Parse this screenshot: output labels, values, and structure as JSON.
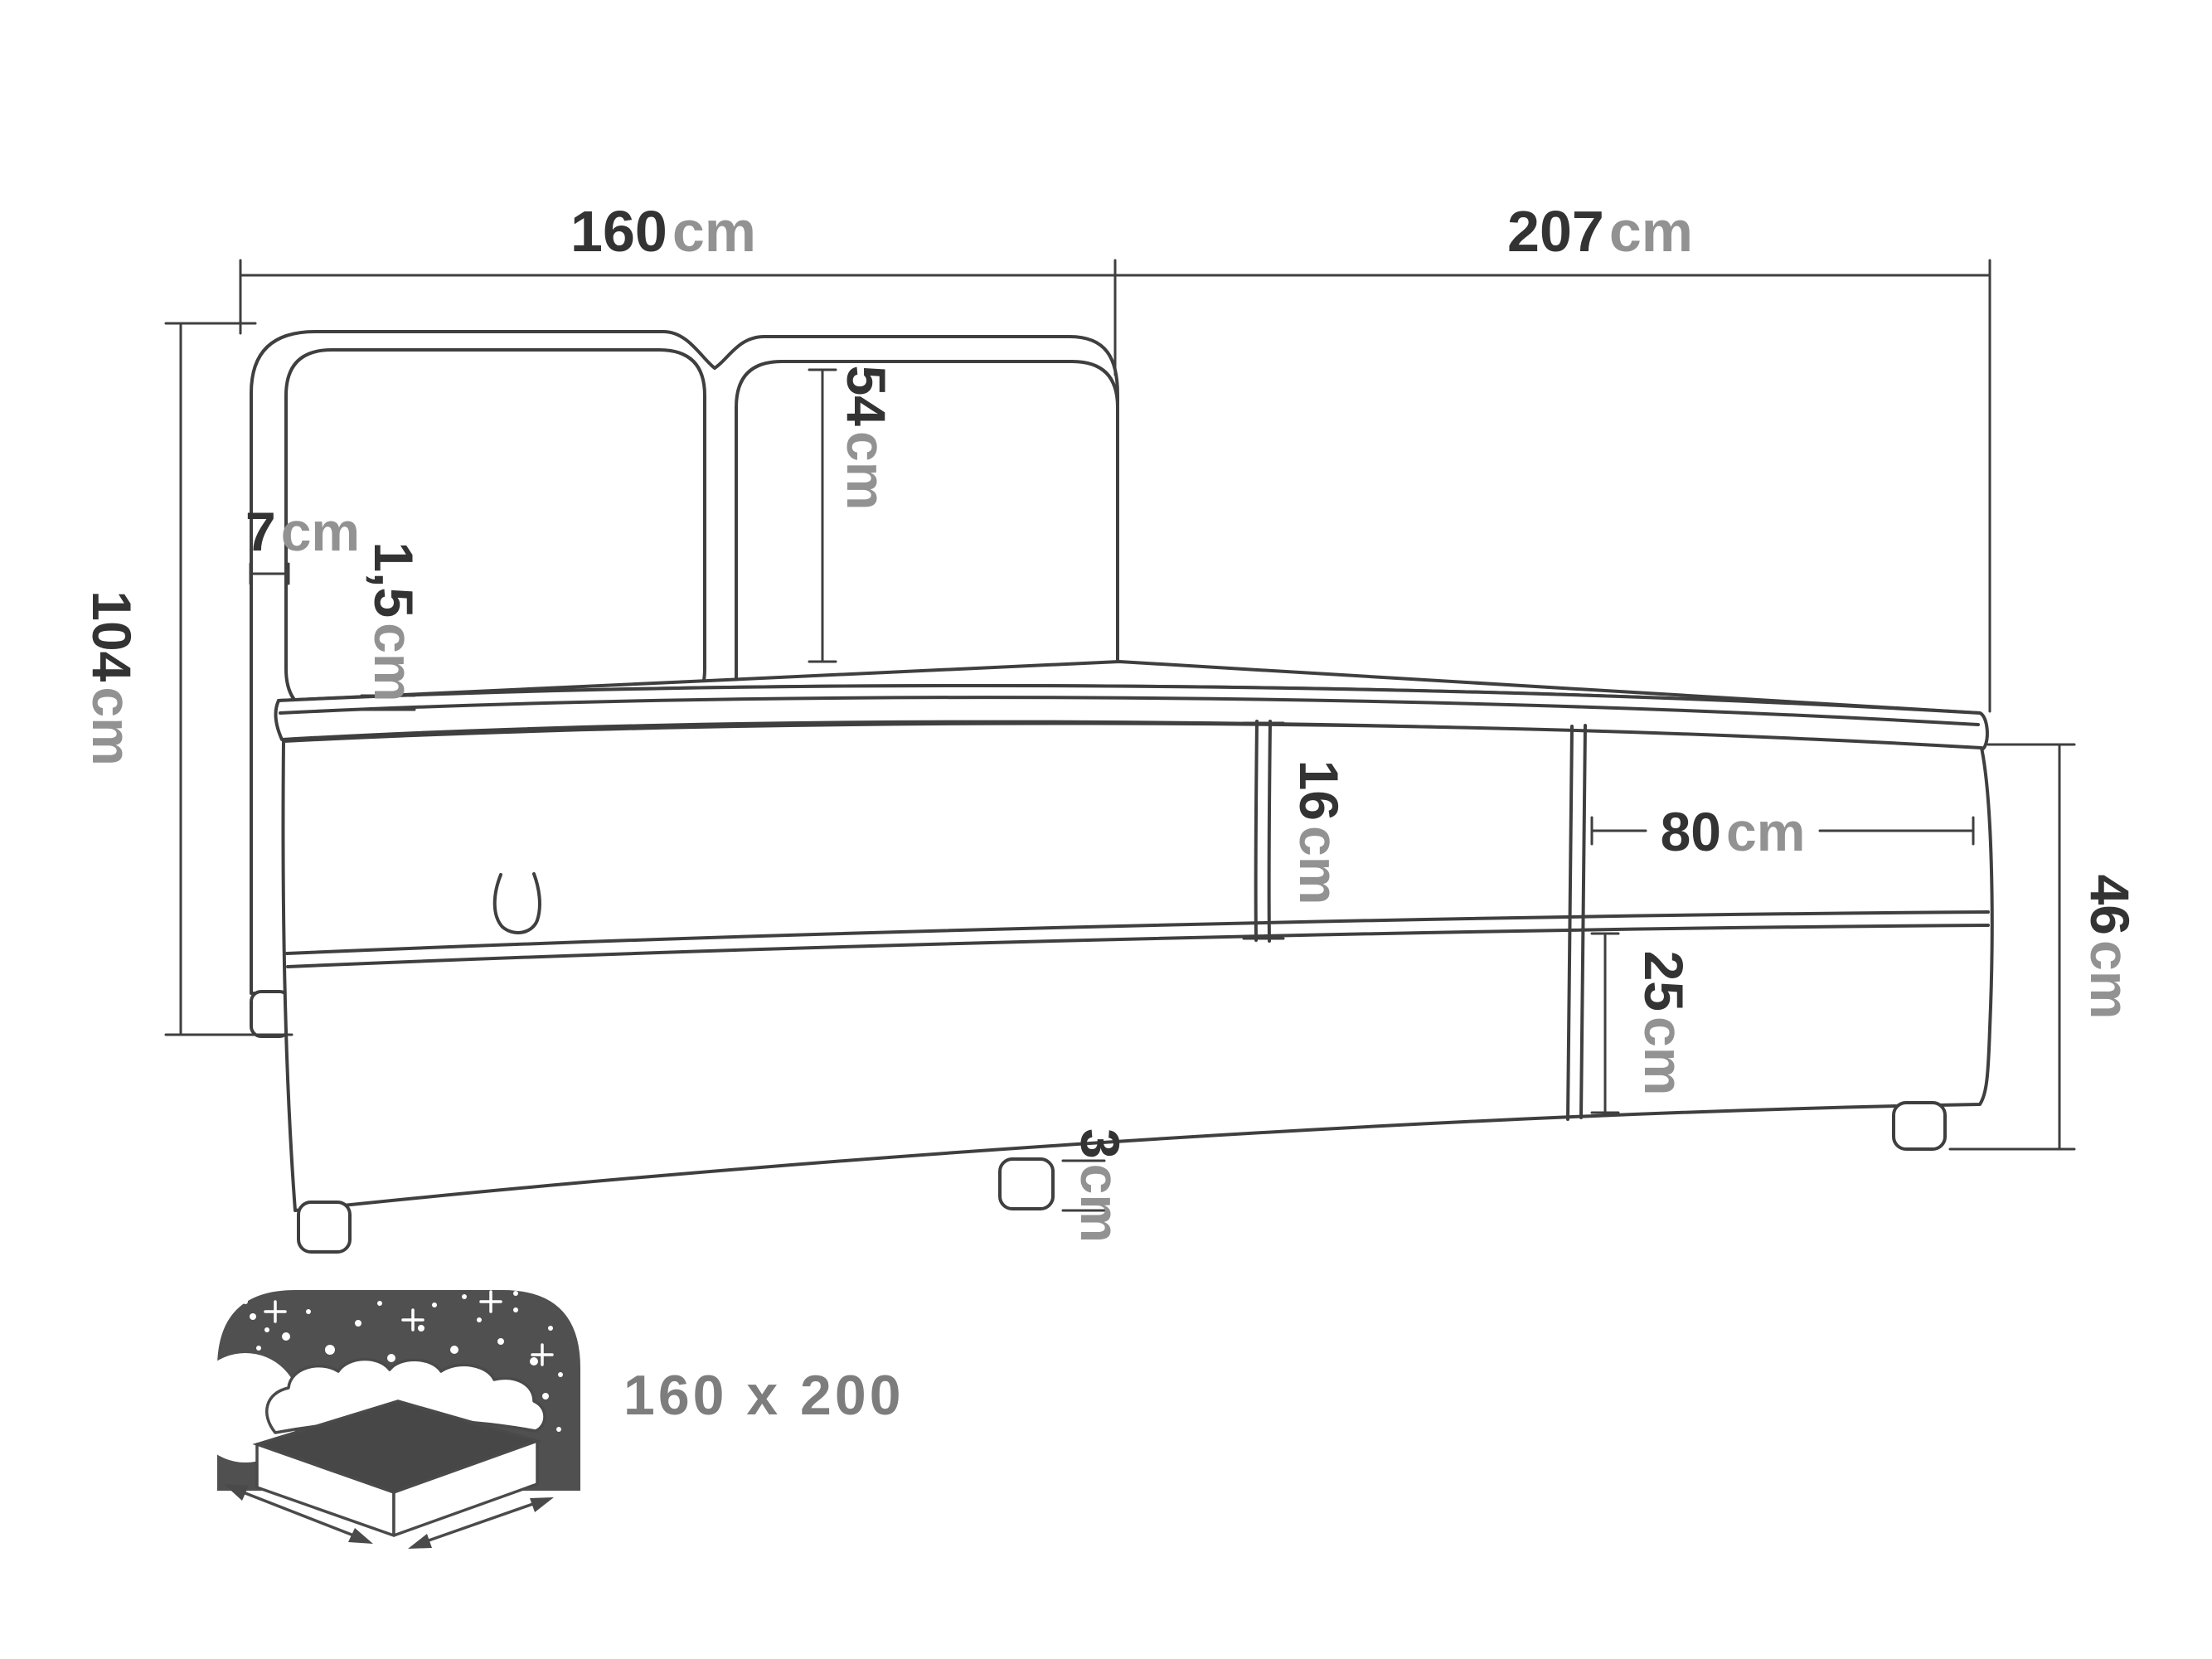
{
  "dimensions": {
    "headboard_width": {
      "value": "160",
      "unit": "cm"
    },
    "total_length": {
      "value": "207",
      "unit": "cm"
    },
    "headboard_height": {
      "value": "104",
      "unit": "cm"
    },
    "frame_border": {
      "value": "7",
      "unit": "cm"
    },
    "cushion_height": {
      "value": "54",
      "unit": "cm"
    },
    "mattress_edge": {
      "value": "1,5",
      "unit": "cm"
    },
    "upper_box_height": {
      "value": "16",
      "unit": "cm"
    },
    "side_section_width": {
      "value": "80",
      "unit": "cm"
    },
    "storage_height": {
      "value": "25",
      "unit": "cm"
    },
    "base_height": {
      "value": "46",
      "unit": "cm"
    },
    "leg_height": {
      "value": "3",
      "unit": "cm"
    }
  },
  "badge": {
    "size_label": "160 x 200"
  },
  "colors": {
    "outline": "#3f3f3f",
    "value_text": "#333333",
    "unit_text": "#929292",
    "sky_fill": "#505050",
    "box_top_fill": "#474747",
    "badge_text": "#7d7d7d"
  }
}
